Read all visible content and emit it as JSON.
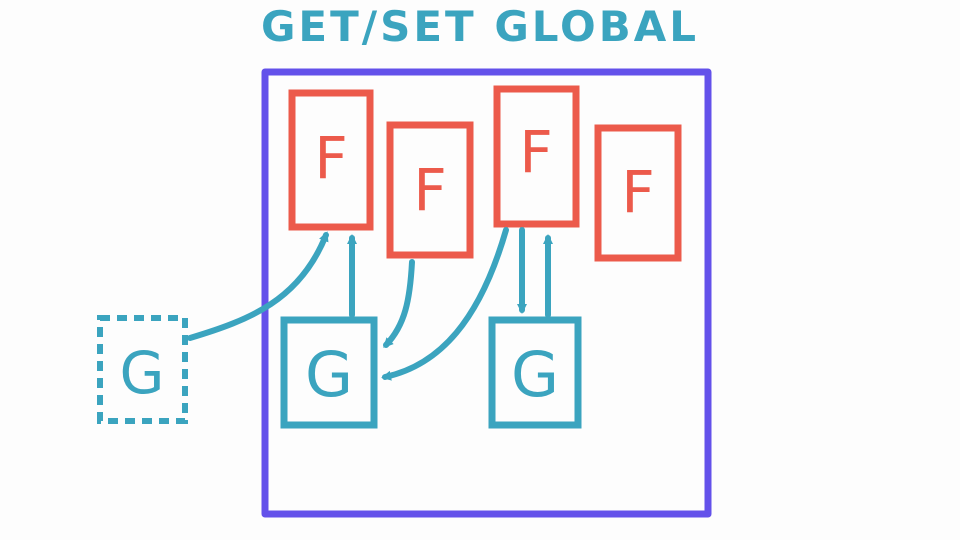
{
  "title": "GET/SET GLOBAL",
  "colors": {
    "frame": "#6351ea",
    "function_box": "#ec5a4b",
    "global_box": "#3ba4bf",
    "background": "#fdfdfd"
  },
  "function_boxes": [
    {
      "label": "F"
    },
    {
      "label": "F"
    },
    {
      "label": "F"
    },
    {
      "label": "F"
    }
  ],
  "global_boxes": [
    {
      "label": "G",
      "style": "dashed",
      "scope": "outside"
    },
    {
      "label": "G",
      "style": "solid",
      "scope": "inside"
    },
    {
      "label": "G",
      "style": "solid",
      "scope": "inside"
    }
  ],
  "arrows": [
    {
      "from": "global_boxes.0",
      "to": "function_boxes.0"
    },
    {
      "from": "global_boxes.1",
      "to": "function_boxes.0"
    },
    {
      "from": "function_boxes.1",
      "to": "global_boxes.1"
    },
    {
      "from": "function_boxes.2",
      "to": "global_boxes.1"
    },
    {
      "from": "function_boxes.2",
      "to": "global_boxes.2"
    },
    {
      "from": "global_boxes.2",
      "to": "function_boxes.2"
    }
  ]
}
